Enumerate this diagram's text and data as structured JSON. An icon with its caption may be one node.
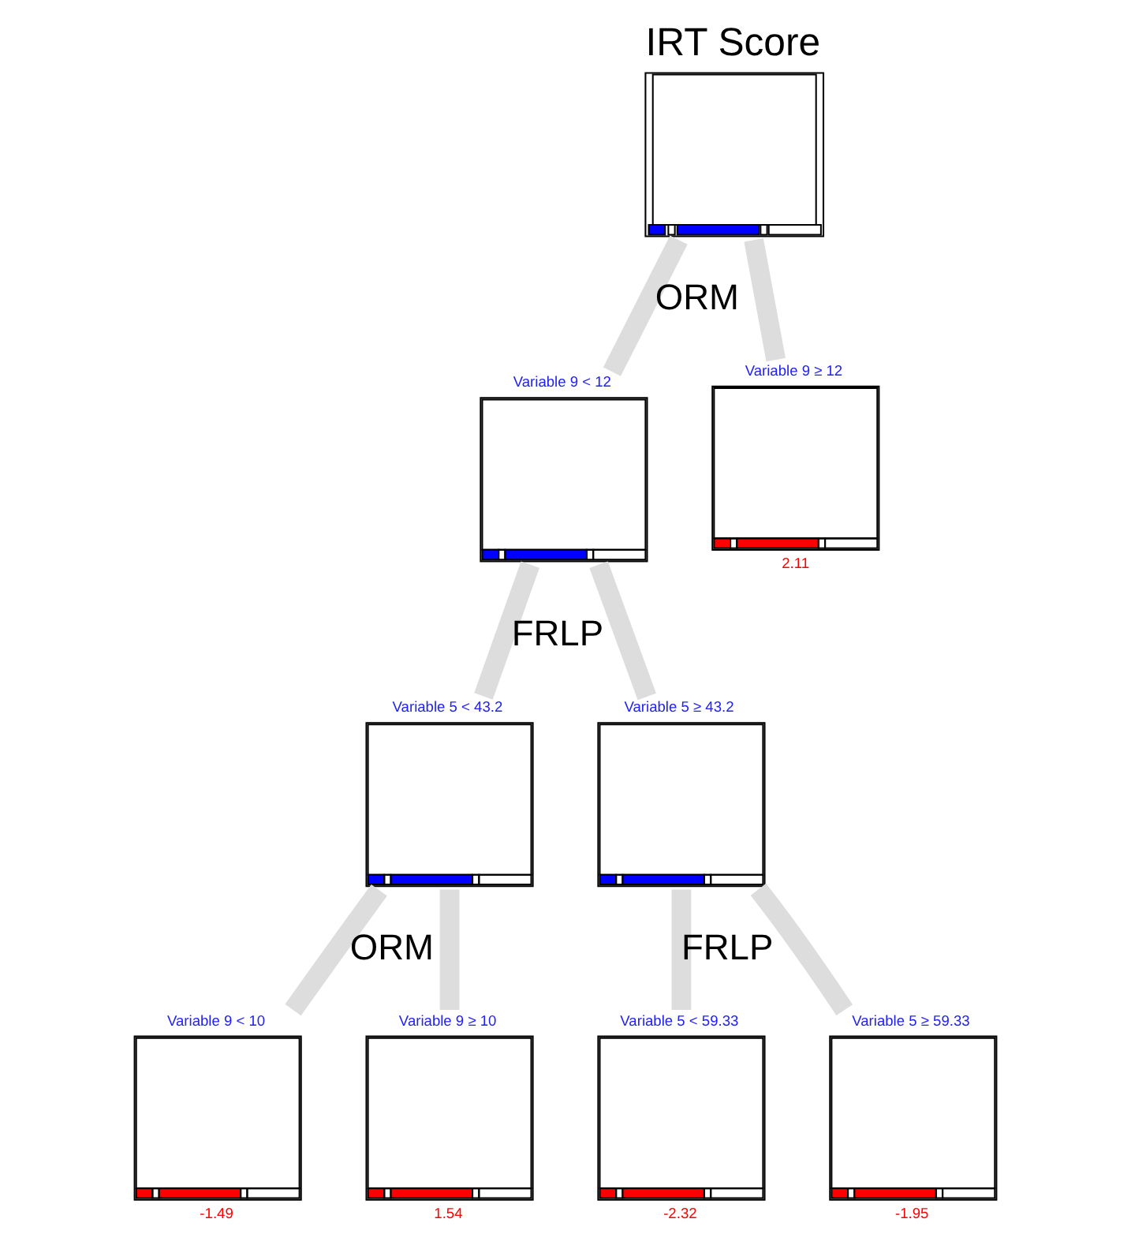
{
  "diagram": {
    "nodes": [
      {
        "text": [
          "IRT Score"
        ]
      },
      {
        "text": [
          "Variable 9 < 12"
        ]
      },
      {
        "text": [
          "Variable 9 ≥ 12"
        ],
        "beside": [
          "2.11"
        ]
      },
      {
        "text": [
          "Variable 5 < 43.2"
        ]
      },
      {
        "text": [
          "Variable 5 ≥ 43.2"
        ]
      },
      {
        "text": [
          "Variable 9 < 10"
        ],
        "beside": [
          "-1.49"
        ]
      },
      {
        "text": [
          "Variable 9 ≥ 10"
        ],
        "beside": [
          "1.54"
        ]
      },
      {
        "text": [
          "Variable 5 < 59.33"
        ],
        "beside": [
          "-2.32"
        ]
      },
      {
        "text": [
          "Variable 5 ≥ 59.33"
        ],
        "beside": [
          "-1.95"
        ]
      }
    ],
    "edges": [
      {
        "from": 0,
        "to": 1,
        "arrow": "none",
        "label": "ORM"
      },
      {
        "from": 0,
        "to": 2,
        "arrow": "none"
      },
      {
        "from": 1,
        "to": 3,
        "arrow": "none",
        "label": "FRLP"
      },
      {
        "from": 1,
        "to": 4,
        "arrow": "none"
      },
      {
        "from": 3,
        "to": 5,
        "arrow": "none",
        "label": "ORM"
      },
      {
        "from": 3,
        "to": 6,
        "arrow": "none"
      },
      {
        "from": 4,
        "to": 7,
        "arrow": "none",
        "label": "FRLP"
      },
      {
        "from": 4,
        "to": 8,
        "arrow": "none"
      }
    ]
  }
}
